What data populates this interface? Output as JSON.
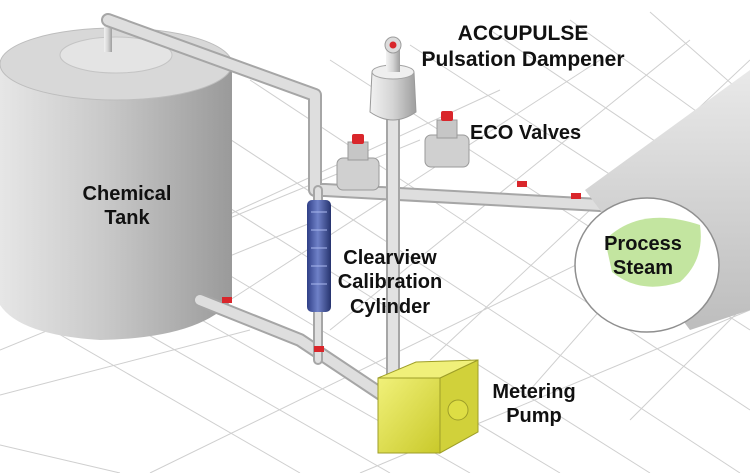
{
  "labels": {
    "chemical_tank": [
      "Chemical",
      "Tank"
    ],
    "dampener": [
      "ACCUPULSE",
      "Pulsation Dampener"
    ],
    "eco_valves": [
      "ECO Valves"
    ],
    "calibration_cylinder": [
      "Clearview",
      "Calibration",
      "Cylinder"
    ],
    "process_steam": [
      "Process",
      "Steam"
    ],
    "metering_pump": [
      "Metering",
      "Pump"
    ]
  },
  "colors": {
    "background": "#ffffff",
    "grid": "#cfcfcf",
    "pipe": "#d9d9d9",
    "pipe_shadow": "#a9a9a9",
    "tank": "#cfcfcf",
    "pump": "#e3e34a",
    "valve_handle": "#d9262b",
    "cylinder": "#3d4f9e",
    "steam": "#b8e08f"
  }
}
